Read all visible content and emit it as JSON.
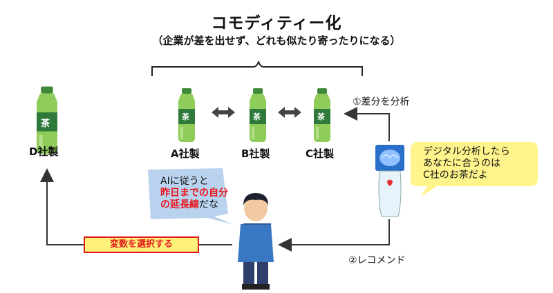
{
  "title": "コモディティー化",
  "subtitle": "（企業が差を出せず、どれも似たり寄ったりになる）",
  "products": {
    "d": "D社製",
    "a": "A社製",
    "b": "B社製",
    "c": "C社製",
    "bottle_label": "茶"
  },
  "steps": {
    "diff": "①差分を分析",
    "recommend": "②レコメンド"
  },
  "banner": "変数を選択する",
  "person_speech": {
    "line1": "AIに従うと",
    "line2": "昨日までの自分",
    "line3_red": "の延長線",
    "line3_tail": "だな"
  },
  "ai_speech": {
    "line1": "デジタル分析したら",
    "line2": "あなたに合うのは",
    "line3": "C社のお茶だよ"
  },
  "colors": {
    "bottle_green": "#7fc24a",
    "label_green": "#2f7a3a",
    "arrow": "#444444",
    "banner_fill": "#fff27a",
    "banner_border": "#e11a1a",
    "person_bubble": "#b9d3ee",
    "ai_bubble": "#fff48c",
    "shirt": "#3b78c4"
  }
}
